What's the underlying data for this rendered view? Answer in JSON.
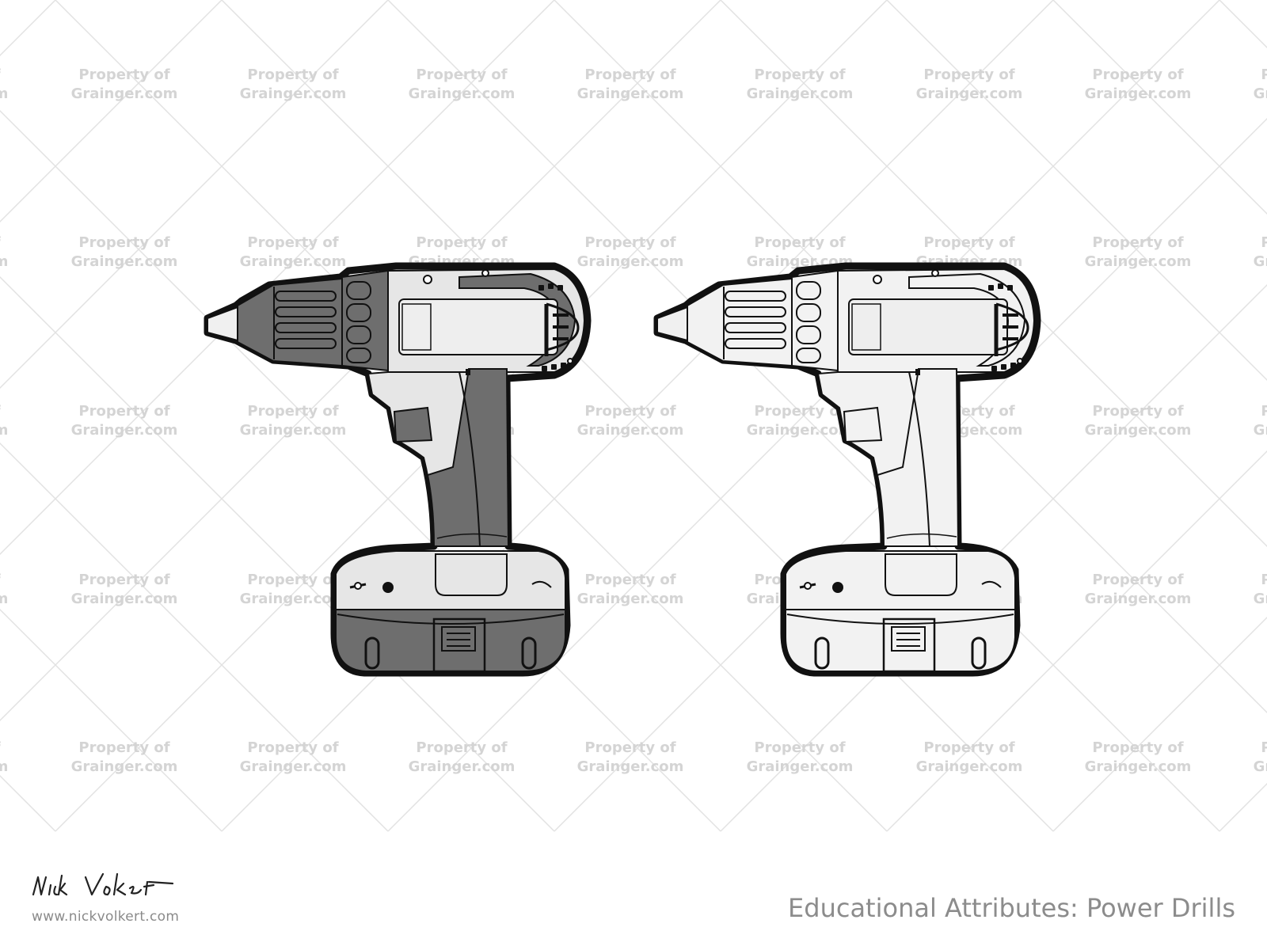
{
  "watermark": {
    "line1": "Property of",
    "line2": "Grainger.com"
  },
  "signature": {
    "text": "Nick Volkert"
  },
  "footer": {
    "url": "www.nickvolkert.com",
    "title": "Educational Attributes: Power Drills"
  },
  "drills": [
    {
      "variant": "gray",
      "body_color": "#6e6e6e",
      "accent_color": "#e6e6e6"
    },
    {
      "variant": "white",
      "body_color": "#f2f2f2",
      "accent_color": "#f2f2f2"
    }
  ],
  "colors": {
    "outline": "#111111",
    "pattern": "#e2e2e2",
    "watermark": "#d4d4d4",
    "footer_text": "#8c8c8c"
  }
}
